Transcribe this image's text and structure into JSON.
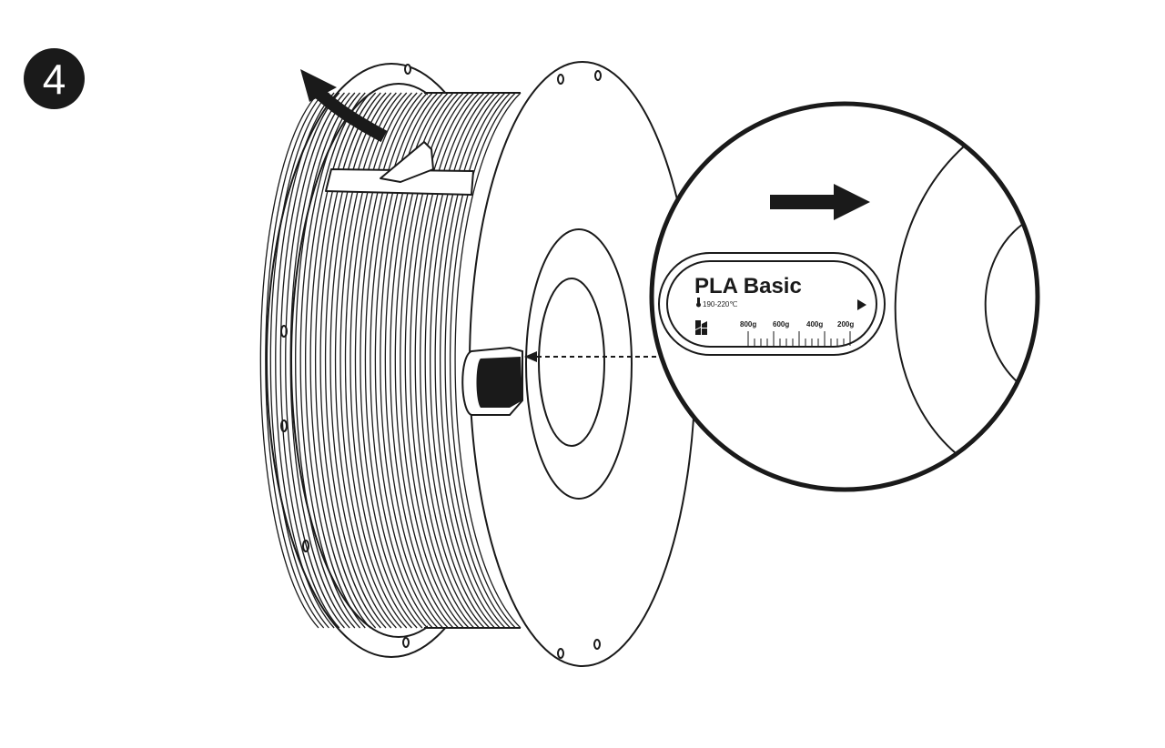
{
  "step": {
    "number": "4"
  },
  "label": {
    "title": "PLA Basic",
    "temperature": "190-220℃",
    "weight_marks": [
      "800g",
      "600g",
      "400g",
      "200g"
    ]
  },
  "icons": {
    "curved_arrow": "curved-arrow-icon",
    "pull_arrow": "right-arrow-icon",
    "play": "play-triangle-icon",
    "logo": "brand-logo-icon",
    "thermometer": "thermometer-icon"
  },
  "colors": {
    "ink": "#1a1a1a",
    "paper": "#ffffff"
  }
}
